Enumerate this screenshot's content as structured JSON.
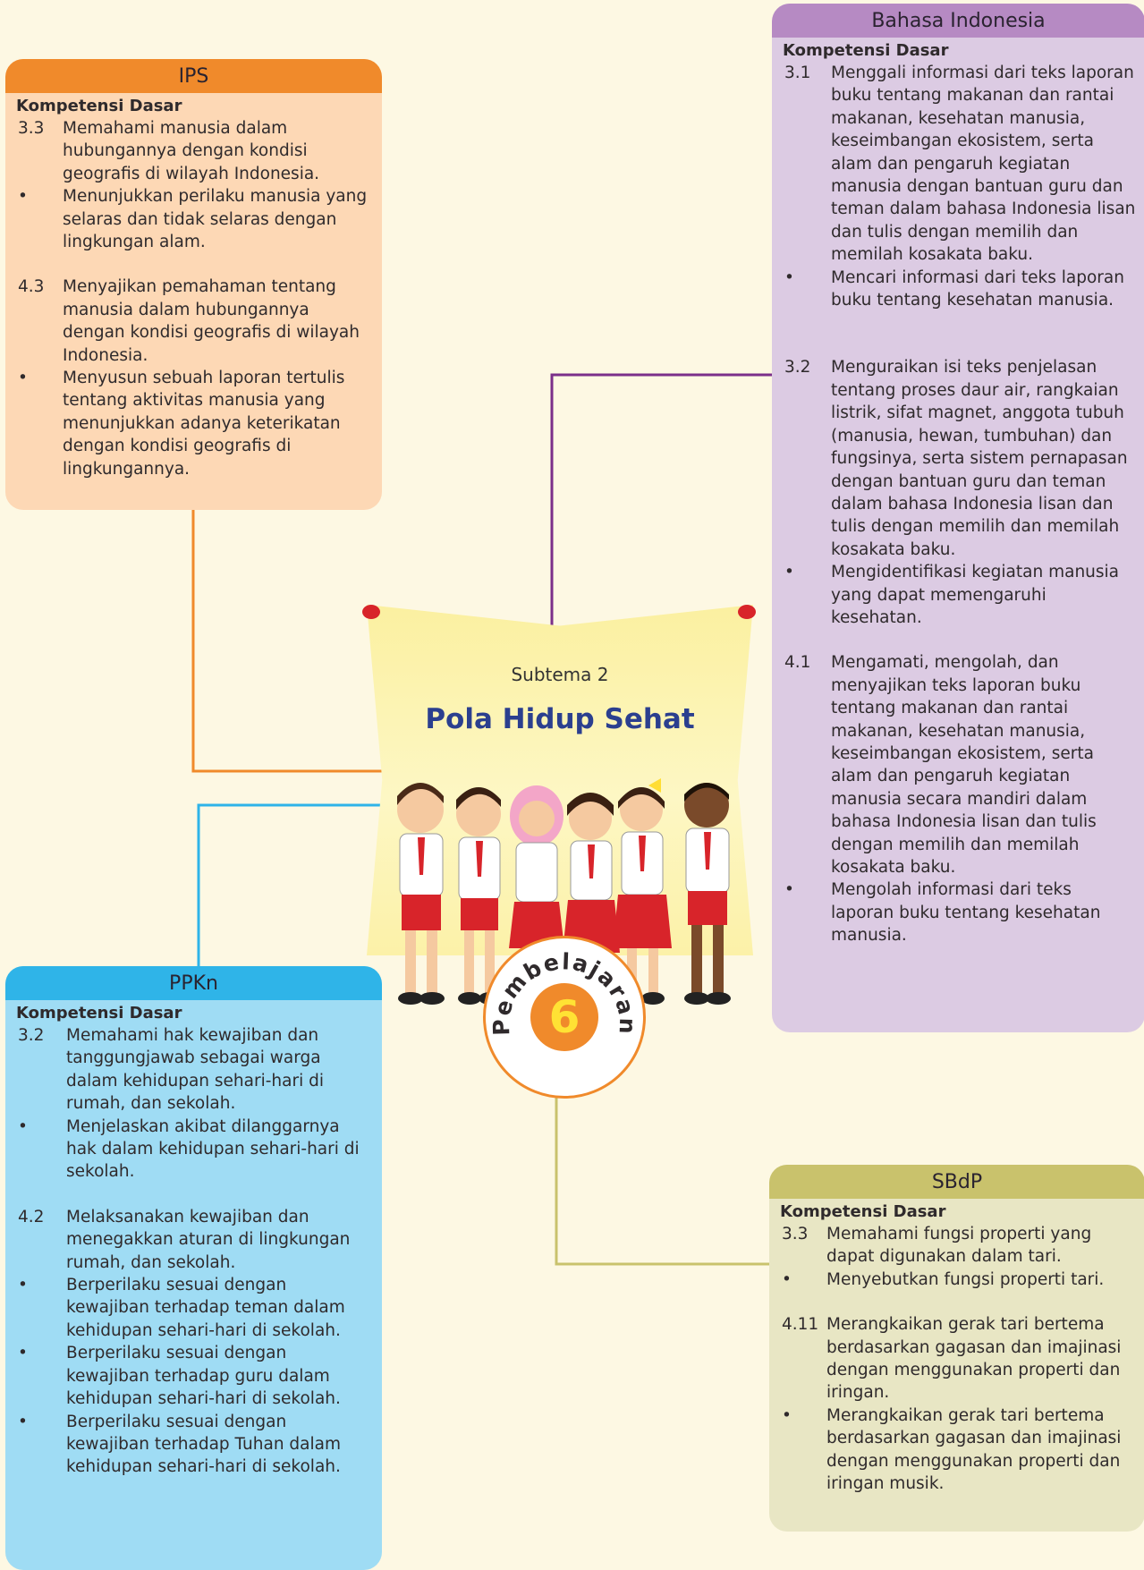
{
  "ips": {
    "title": "IPS",
    "kd_label": "Kompetensi Dasar",
    "items": [
      {
        "num": "3.3",
        "text": "Memahami manusia dalam hubungannya dengan kondisi geografis di wilayah Indonesia."
      },
      {
        "num": "•",
        "text": "Menunjukkan perilaku manusia yang selaras dan tidak selaras dengan lingkungan alam."
      },
      {
        "num": "4.3",
        "text": "Menyajikan pemahaman tentang manusia dalam hubungannya dengan kondisi geografis di wilayah Indonesia."
      },
      {
        "num": "•",
        "text": "Menyusun sebuah laporan tertulis tentang aktivitas manusia yang menunjukkan adanya keterikatan dengan kondisi geografis di lingkungannya."
      }
    ]
  },
  "bahasa": {
    "title": "Bahasa Indonesia",
    "kd_label": "Kompetensi Dasar",
    "items": [
      {
        "num": "3.1",
        "text": "Menggali informasi dari teks laporan buku tentang makanan dan rantai makanan, kesehatan manusia, keseimbangan ekosistem, serta alam dan pengaruh kegiatan manusia dengan bantuan guru dan teman dalam bahasa Indonesia lisan dan tulis dengan memilih dan memilah kosakata baku."
      },
      {
        "num": "•",
        "text": "Mencari informasi dari teks laporan buku tentang kesehatan manusia."
      },
      {
        "num": "3.2",
        "text": "Menguraikan isi teks penjelasan tentang proses daur air, rangkaian listrik, sifat magnet, anggota tubuh (manusia, hewan, tumbuhan) dan fungsinya, serta sistem pernapasan dengan bantuan guru dan teman dalam bahasa Indonesia lisan dan tulis dengan memilih dan memilah kosakata baku."
      },
      {
        "num": "•",
        "text": "Mengidentifikasi kegiatan manusia yang dapat memengaruhi kesehatan."
      },
      {
        "num": "4.1",
        "text": "Mengamati, mengolah, dan menyajikan teks laporan buku tentang makanan dan rantai makanan, kesehatan manusia, keseimbangan ekosistem, serta alam dan pengaruh kegiatan manusia secara mandiri dalam bahasa Indonesia lisan dan tulis dengan memilih dan memilah kosakata baku."
      },
      {
        "num": "•",
        "text": "Mengolah informasi dari teks laporan buku tentang kesehatan manusia."
      }
    ]
  },
  "ppkn": {
    "title": "PPKn",
    "kd_label": "Kompetensi Dasar",
    "items": [
      {
        "num": "3.2",
        "text": "Memahami hak kewajiban dan tanggungjawab sebagai warga dalam kehidupan sehari-hari di rumah, dan sekolah."
      },
      {
        "num": "•",
        "text": "Menjelaskan akibat dilanggarnya hak dalam kehidupan sehari-hari di sekolah."
      },
      {
        "num": "4.2",
        "text": "Melaksanakan kewajiban dan menegakkan aturan di lingkungan rumah, dan sekolah."
      },
      {
        "num": "•",
        "text": "Berperilaku sesuai dengan kewajiban terhadap teman dalam kehidupan sehari-hari di sekolah."
      },
      {
        "num": "•",
        "text": "Berperilaku sesuai dengan kewajiban terhadap guru dalam kehidupan sehari-hari di sekolah."
      },
      {
        "num": "•",
        "text": "Berperilaku sesuai dengan kewajiban terhadap Tuhan dalam kehidupan sehari-hari di sekolah."
      }
    ]
  },
  "sbdp": {
    "title": "SBdP",
    "kd_label": "Kompetensi Dasar",
    "items": [
      {
        "num": "3.3",
        "text": "Memahami fungsi properti yang dapat digunakan dalam tari."
      },
      {
        "num": "•",
        "text": "Menyebutkan fungsi properti tari."
      },
      {
        "num": "4.11",
        "text": "Merangkaikan gerak tari bertema berdasarkan gagasan dan imajinasi dengan menggunakan properti dan iringan."
      },
      {
        "num": "•",
        "text": "Merangkaikan gerak tari bertema berdasarkan gagasan dan imajinasi dengan menggunakan properti dan iringan musik."
      }
    ]
  },
  "center": {
    "subtema": "Subtema 2",
    "title": "Pola Hidup Sehat",
    "badge_word": "Pembelajaran",
    "badge_number": "6"
  },
  "colors": {
    "ips": "#f08a2b",
    "bahasa": "#b68ac3",
    "ppkn": "#2fb4e8",
    "sbdp": "#c9c26c",
    "title": "#2b3f8f"
  }
}
